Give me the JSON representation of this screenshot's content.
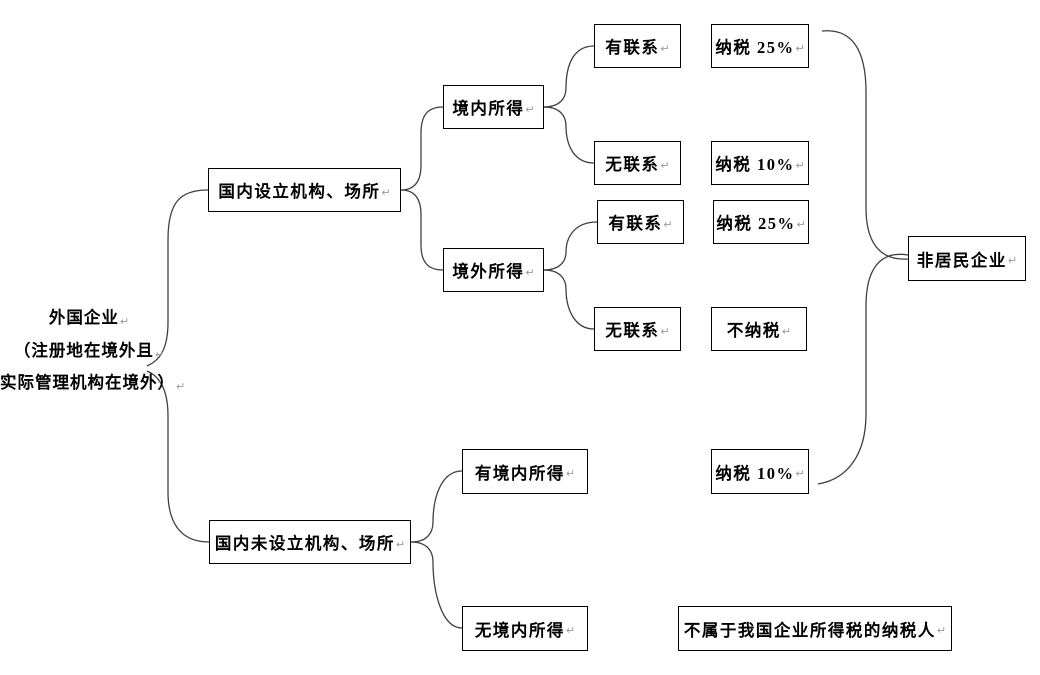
{
  "root": {
    "lines": [
      "外国企业",
      "（注册地在境外且",
      "实际管理机构在境外）"
    ]
  },
  "pmark": "↵",
  "nodes": [
    "国内设立机构、场所",
    "境内所得",
    "境外所得",
    "有联系",
    "纳税 25%",
    "无联系",
    "纳税 10%",
    "有联系",
    "纳税 25%",
    "无联系",
    "不纳税",
    "非居民企业",
    "有境内所得",
    "纳税 10%",
    "国内未设立机构、场所",
    "无境内所得",
    "不属于我国企业所得税的纳税人"
  ],
  "colors": {
    "line": "#404040",
    "box_border": "#000000",
    "background": "#ffffff",
    "paragraph_mark": "#9a9a9a"
  }
}
